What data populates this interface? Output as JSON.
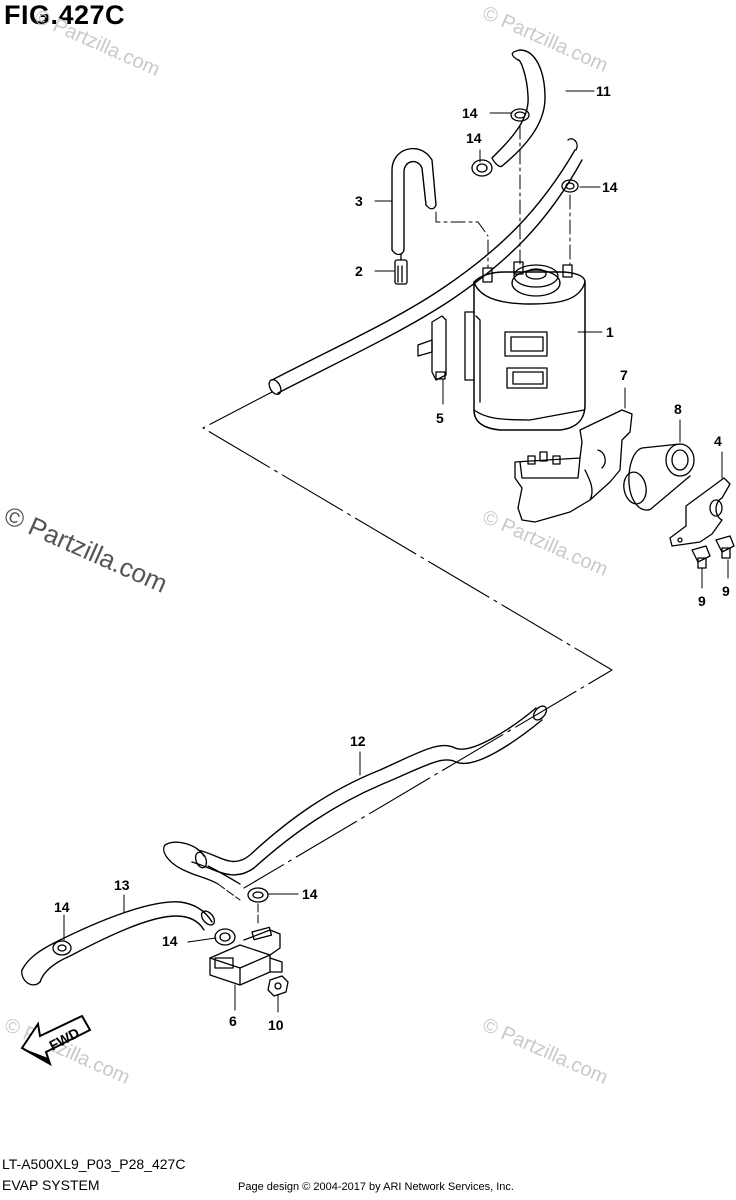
{
  "figure": {
    "title": "FIG.427C",
    "code": "LT-A500XL9_P03_P28_427C",
    "system": "EVAP SYSTEM",
    "copyright": "Page design © 2004-2017 by ARI Network Services, Inc."
  },
  "watermark": {
    "text": "© Partzilla.com",
    "featured_text": "© Partzilla.com"
  },
  "callouts": [
    {
      "label": "1"
    },
    {
      "label": "2"
    },
    {
      "label": "3"
    },
    {
      "label": "4"
    },
    {
      "label": "5"
    },
    {
      "label": "6"
    },
    {
      "label": "7"
    },
    {
      "label": "8"
    },
    {
      "label": "9"
    },
    {
      "label": "9"
    },
    {
      "label": "10"
    },
    {
      "label": "11"
    },
    {
      "label": "12"
    },
    {
      "label": "13"
    },
    {
      "label": "14"
    },
    {
      "label": "14"
    },
    {
      "label": "14"
    },
    {
      "label": "14"
    },
    {
      "label": "14"
    },
    {
      "label": "14"
    }
  ],
  "badge": {
    "text": "FWD"
  }
}
